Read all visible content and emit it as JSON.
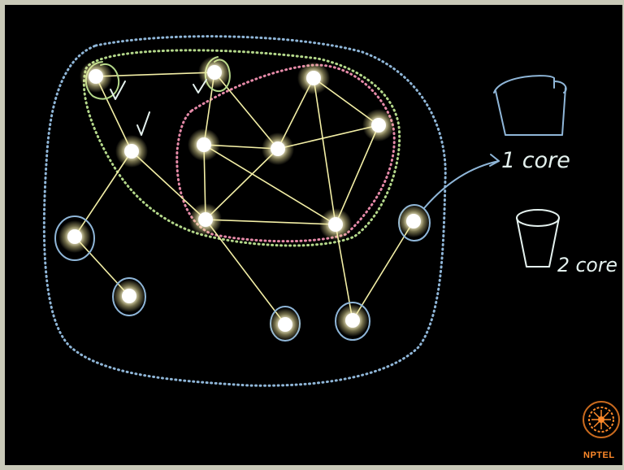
{
  "annotations": {
    "one_core": "1 core",
    "two_core": "2 core"
  },
  "branding": {
    "logo_text": "NPTEL"
  },
  "colors": {
    "background": "#000000",
    "node": "#ffffff",
    "node_glow": "#fff7c8",
    "edge": "#f3efa6",
    "outer_boundary": "#8fb6d8",
    "one_core_boundary": "#b4d88a",
    "two_core_boundary": "#e68aa8",
    "ink": "#e4f1ee",
    "node_circle": "#8fb6d8",
    "logo": "#ff8a2a"
  },
  "icons": [
    "bucket-1-core-icon",
    "bucket-2-core-icon",
    "check-mark-icon",
    "nptel-logo-icon",
    "arrow-icon"
  ]
}
